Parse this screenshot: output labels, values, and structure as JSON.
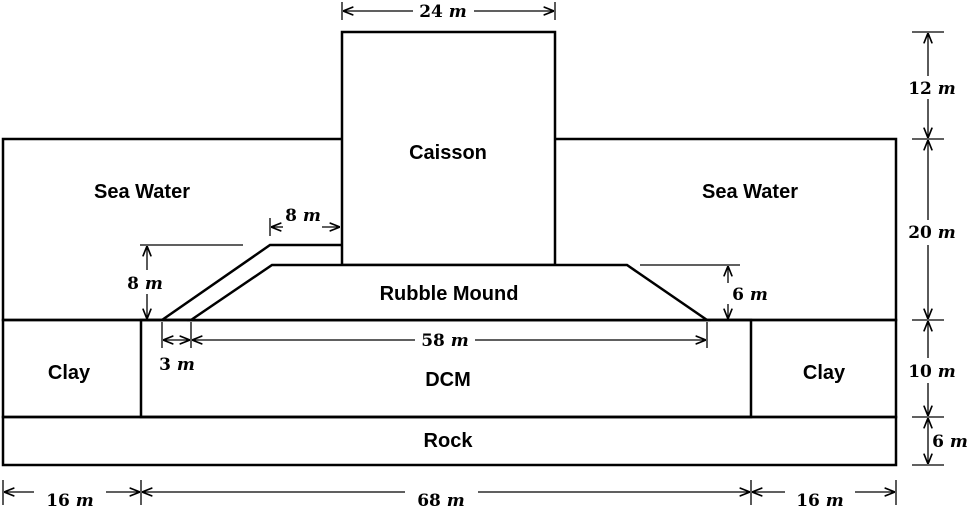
{
  "regions": {
    "caisson": "Caisson",
    "sea_water_left": "Sea Water",
    "sea_water_right": "Sea Water",
    "rubble_mound": "Rubble Mound",
    "clay_left": "Clay",
    "clay_right": "Clay",
    "dcm": "DCM",
    "rock": "Rock"
  },
  "dimensions": {
    "caisson_width": {
      "value": "24",
      "unit": "m"
    },
    "caisson_height": {
      "value": "12",
      "unit": "m"
    },
    "water_depth": {
      "value": "20",
      "unit": "m"
    },
    "clay_thickness": {
      "value": "10",
      "unit": "m"
    },
    "rock_thickness": {
      "value": "6",
      "unit": "m"
    },
    "berm_width": {
      "value": "8",
      "unit": "m"
    },
    "berm_height": {
      "value": "8",
      "unit": "m"
    },
    "mound_height": {
      "value": "6",
      "unit": "m"
    },
    "mound_base_width": {
      "value": "58",
      "unit": "m"
    },
    "mound_offset": {
      "value": "3",
      "unit": "m"
    },
    "clay_left_width": {
      "value": "16",
      "unit": "m"
    },
    "dcm_width": {
      "value": "68",
      "unit": "m"
    },
    "clay_right_width": {
      "value": "16",
      "unit": "m"
    }
  }
}
